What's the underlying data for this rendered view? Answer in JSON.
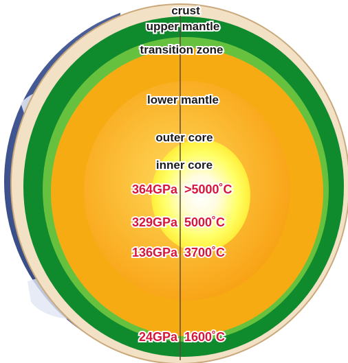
{
  "layers": {
    "crust": "crust",
    "upper_mantle": "upper mantle",
    "transition_zone": "transition zone",
    "lower_mantle": "lower mantle",
    "outer_core": "outer core",
    "inner_core": "inner core"
  },
  "measurements": [
    {
      "pressure": "364GPa",
      "temperature": ">5000˚C"
    },
    {
      "pressure": "329GPa",
      "temperature": "5000˚C"
    },
    {
      "pressure": "136GPa",
      "temperature": "3700˚C"
    },
    {
      "pressure": "24GPa",
      "temperature": "1600˚C"
    }
  ],
  "colors": {
    "crust": "#f3e1c6",
    "upper_mantle": "#0f8a2c",
    "transition_zone": "#66c23e",
    "lower_mantle": "#f5aa10",
    "outer_core": "#ffc21a",
    "inner_core": "#ffff6a",
    "center": "#ffffff",
    "label_dark": "#1a1a1a",
    "label_red": "#d8163a",
    "ocean": "#3d5a9a"
  }
}
